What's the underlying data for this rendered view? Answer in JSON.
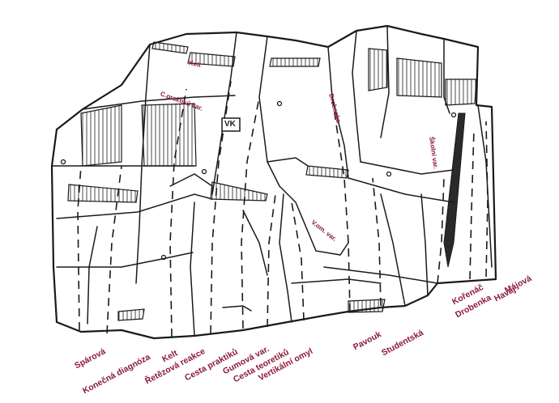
{
  "colors": {
    "label": "#8b1a3a",
    "ink": "#1a1a1a",
    "paper": "#ffffff"
  },
  "wall_labels": {
    "kelt_top": "Kelt",
    "c_praktiku_var": "C.praktiků var.",
    "vk_mark": "VK",
    "drobenka_top": "Drobenka",
    "skolni_var": "Školní var.",
    "v_om_var": "V.om. var."
  },
  "route_labels": {
    "sparova": "Spárová",
    "konecna_diagnoza": "Konečná diagnóza",
    "kelt": "Kelt",
    "retezova_reakce": "Řetězová reakce",
    "cesta_prakticku": "Cesta praktiků",
    "gumova_var": "Gumová var.",
    "cesta_teoretiku": "Cesta teoretiků",
    "vertikalni_omyl": "Vertikální omyl",
    "pavouk": "Pavouk",
    "studentska": "Studentská",
    "korenac": "Kořenáč",
    "drobenka": "Drobenka",
    "havaj": "Havaj",
    "majova": "Májová"
  }
}
